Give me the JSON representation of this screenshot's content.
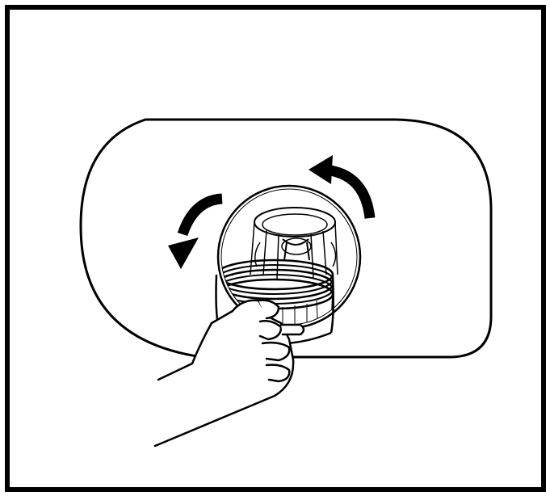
{
  "figure": {
    "kind": "instruction-illustration",
    "colors": {
      "line": "#000000",
      "background": "#ffffff"
    },
    "icons": [
      "appliance-panel-outline",
      "filter-plug",
      "hand-icon",
      "rotation-arrow-counterclockwise-icon"
    ]
  }
}
